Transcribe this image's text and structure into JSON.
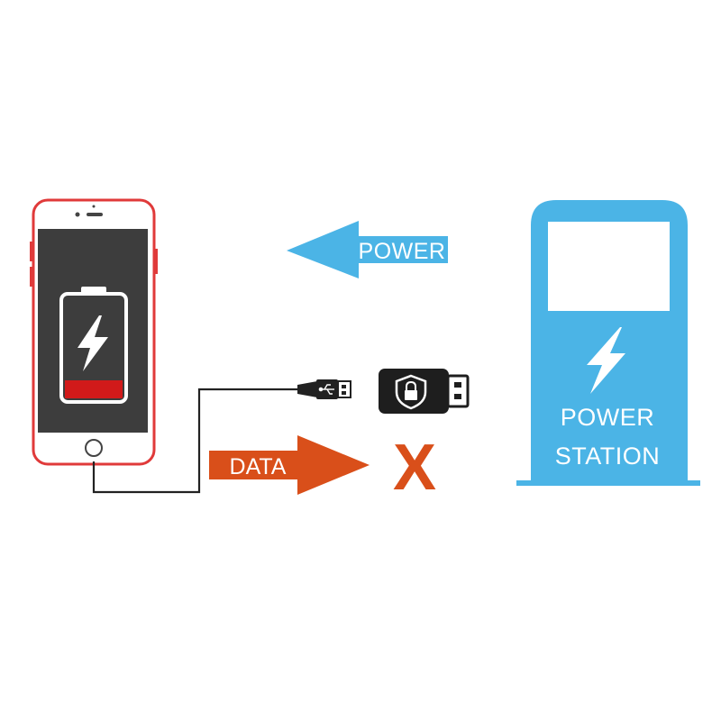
{
  "labels": {
    "power": "POWER",
    "data": "DATA",
    "blocked": "X",
    "station_line1": "POWER",
    "station_line2": "STATION"
  },
  "colors": {
    "power_blue": "#4bb4e6",
    "data_orange": "#d94f1a",
    "phone_frame": "#e03a3a",
    "phone_screen": "#3d3d3d",
    "battery_low": "#d11a1a",
    "cable": "#222222",
    "blocker_body": "#1e1e1e",
    "white": "#ffffff"
  },
  "icons": {
    "phone": "smartphone-icon",
    "battery": "battery-low-icon",
    "bolt": "lightning-bolt-icon",
    "usb": "usb-icon",
    "lock": "shield-lock-icon"
  }
}
